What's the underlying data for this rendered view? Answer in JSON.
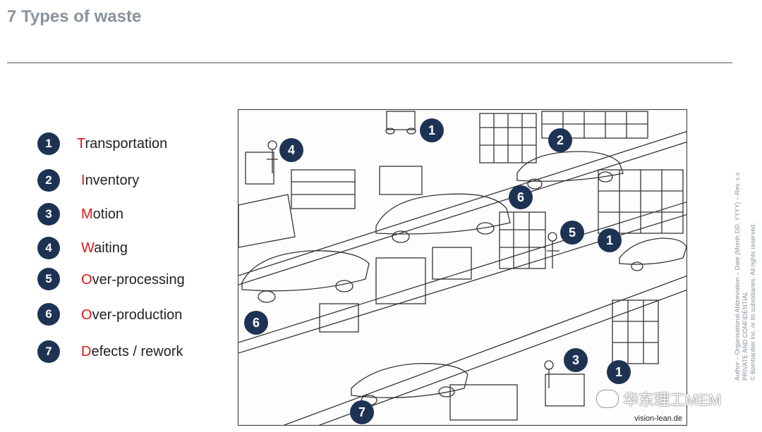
{
  "slide": {
    "title": "7 Types of waste",
    "side_text": [
      "Author – Organisational Abbreviation – Date (Month DD, YYYY) – Rev. x.x",
      "PRIVATE AND CONFIDENTIAL",
      "© Bombardier Inc. or its subsidiaries. All rights reserved."
    ],
    "watermark": "华东理工MEM"
  },
  "wastes": [
    {
      "num": "1",
      "first": "T",
      "rest": "ransportation"
    },
    {
      "num": "2",
      "first": "I",
      "rest": "nventory"
    },
    {
      "num": "3",
      "first": "M",
      "rest": "otion"
    },
    {
      "num": "4",
      "first": "W",
      "rest": "aiting"
    },
    {
      "num": "5",
      "first": "O",
      "rest": "ver-processing"
    },
    {
      "num": "6",
      "first": "O",
      "rest": "ver-production"
    },
    {
      "num": "7",
      "first": "D",
      "rest": "efects / rework"
    }
  ],
  "illustration": {
    "credit": "vision-lean.de",
    "markers": [
      "1",
      "2",
      "4",
      "6",
      "5",
      "1",
      "6",
      "3",
      "1",
      "7"
    ]
  },
  "colors": {
    "accent": "#e01515",
    "badge": "#1e3354",
    "title": "#8a939b"
  }
}
